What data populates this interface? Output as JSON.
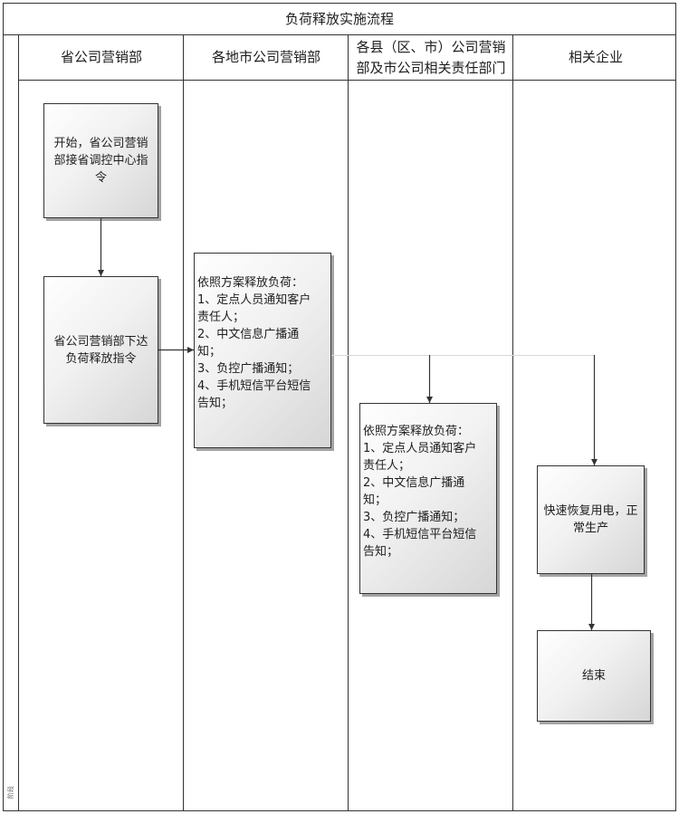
{
  "title": "负荷释放实施流程",
  "phase_label": "阶段",
  "colors": {
    "stroke": "#333333",
    "box_fill_light": "#ffffff",
    "box_fill_dark": "#d6d6d6",
    "box_shadow": "#a3a3a3",
    "guide_line": "#d9d9d9"
  },
  "lanes": [
    {
      "lines": [
        "省公司营销部"
      ]
    },
    {
      "lines": [
        "各地市公司营销部"
      ]
    },
    {
      "lines": [
        "各县（区、市）公司营销",
        "部及市公司相关责任部门"
      ]
    },
    {
      "lines": [
        "相关企业"
      ]
    }
  ],
  "nodes": {
    "start": {
      "lines": [
        "开始，省公司营销",
        "部接省调控中心指",
        "令"
      ]
    },
    "issue_order": {
      "lines": [
        "省公司营销部下达",
        "负荷释放指令"
      ]
    },
    "city_release": {
      "lines": [
        "依照方案释放负荷：",
        "1、定点人员通知客户",
        "责任人；",
        "2、中文信息广播通",
        "知；",
        "3、负控广播通知；",
        "4、手机短信平台短信",
        "告知；"
      ]
    },
    "county_release": {
      "lines": [
        "依照方案释放负荷：",
        "1、定点人员通知客户",
        "责任人；",
        "2、中文信息广播通",
        "知；",
        "3、负控广播通知；",
        "4、手机短信平台短信",
        "告知；"
      ]
    },
    "resume_power": {
      "lines": [
        "快速恢复用电，正",
        "常生产"
      ]
    },
    "end": {
      "lines": [
        "结束"
      ]
    }
  }
}
